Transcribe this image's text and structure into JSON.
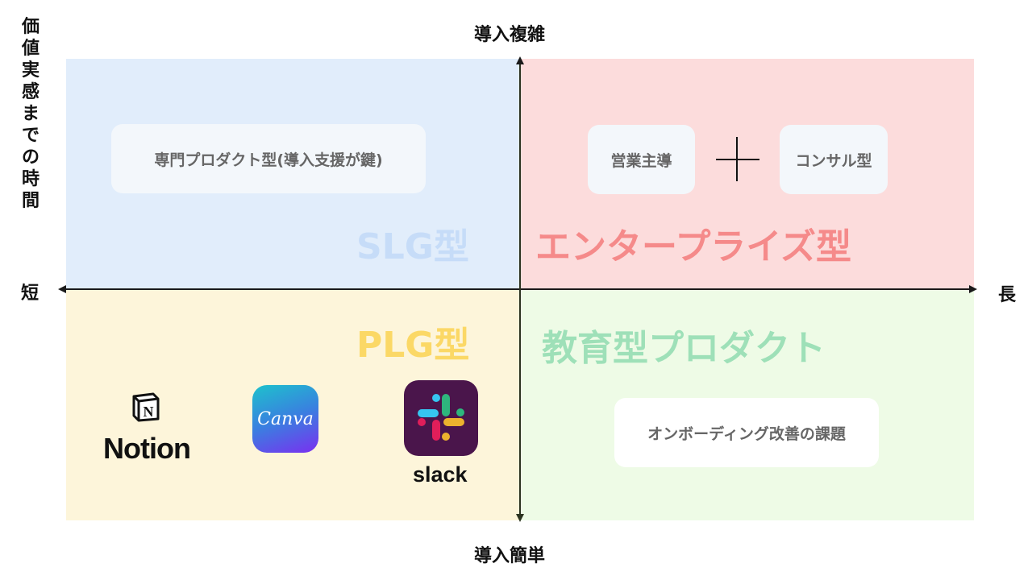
{
  "axes": {
    "top": "導入複雑",
    "bottom": "導入簡単",
    "left": "短",
    "right": "長",
    "vertical_title": "価値実感までの時間"
  },
  "quadrants": {
    "top_left": {
      "title": "SLG型",
      "title_color": "#c6dcf8",
      "bg": "#e1edfb",
      "cards": [
        "専門プロダクト型(導入支援が鍵)"
      ]
    },
    "top_right": {
      "title": "エンタープライズ型",
      "title_color": "#f58a8a",
      "bg": "#fcdcdc",
      "cards": [
        "営業主導",
        "コンサル型"
      ],
      "connector": "+"
    },
    "bottom_left": {
      "title": "PLG型",
      "title_color": "#fbd866",
      "bg": "#fdf5da",
      "logos": [
        {
          "name": "Notion",
          "icon": "N"
        },
        {
          "name": "Canva",
          "icon": "Canva"
        },
        {
          "name": "slack",
          "icon": "slack-logo"
        }
      ]
    },
    "bottom_right": {
      "title": "教育型プロダクト",
      "title_color": "#9ee0b8",
      "bg": "#eefbe6",
      "cards": [
        "オンボーディング改善の課題"
      ]
    }
  }
}
